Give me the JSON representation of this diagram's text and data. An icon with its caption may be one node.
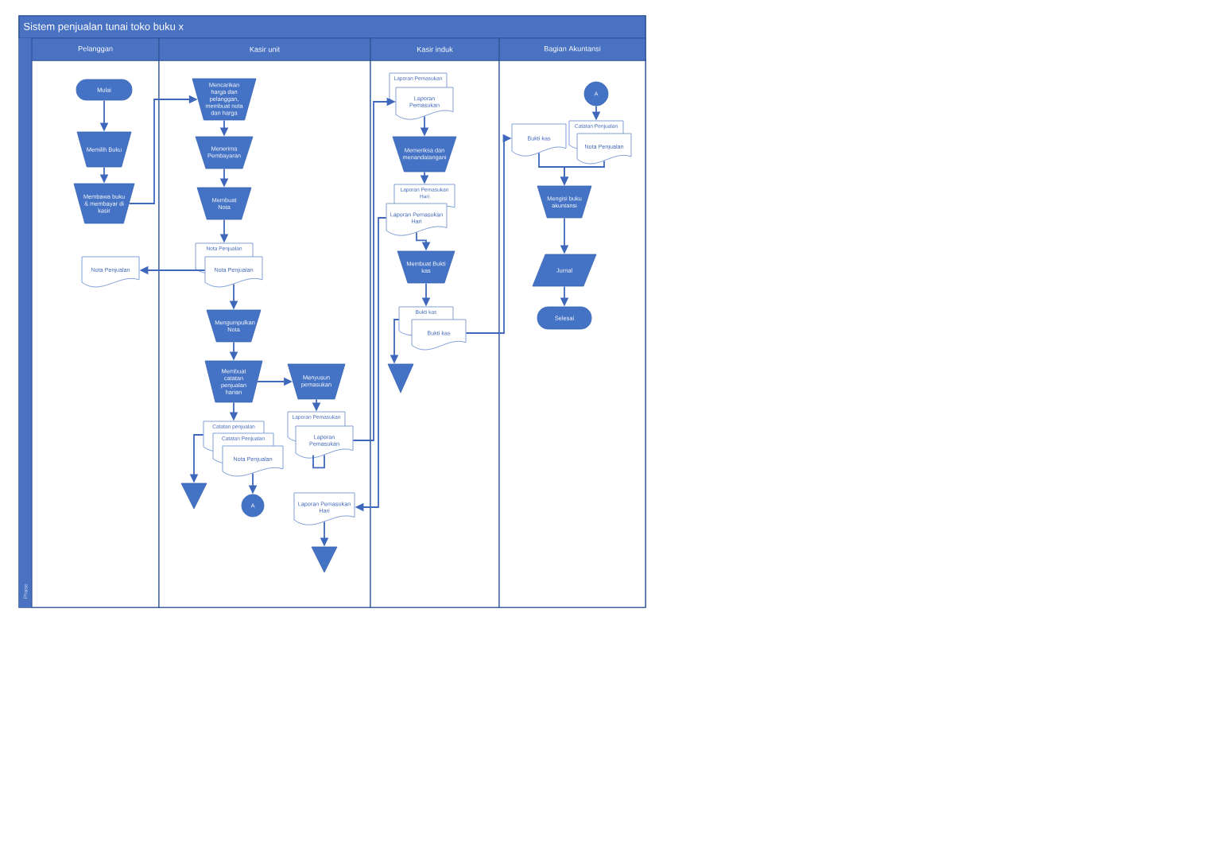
{
  "diagram": {
    "title": "Sistem penjualan tunai toko buku x",
    "nodes": [
      {
        "text": [
          "Pelanggan"
        ]
      },
      {
        "text": [
          "Kasir unit"
        ]
      },
      {
        "text": [
          "Kasir induk"
        ]
      },
      {
        "text": [
          "Bagian Akuntansi"
        ]
      },
      {
        "text": [
          "Mulai"
        ],
        "in": 0
      },
      {
        "text": [
          "Memilih Buku"
        ],
        "in": 0
      },
      {
        "text": [
          "Membawa buku & membayar di kasir"
        ],
        "in": 0
      },
      {
        "text": [
          "Nota Penjualan"
        ],
        "in": 0
      },
      {
        "text": [
          "Mencarikan harga dan pelanggan, membuat nota dan harga"
        ],
        "in": 1
      },
      {
        "text": [
          "Menerima Pembayaran"
        ],
        "in": 1
      },
      {
        "text": [
          "Membuat Nota"
        ],
        "in": 1
      },
      {
        "text": [
          "Nota Penjualan"
        ],
        "in": 1
      },
      {
        "text": [
          "Nota Penjualan"
        ],
        "in": 1
      },
      {
        "text": [
          "Mengumpulkan Nota"
        ],
        "in": 1
      },
      {
        "text": [
          "Membuat catatan penjualan harian"
        ],
        "in": 1
      },
      {
        "text": [
          "Menyusun pemasukan"
        ],
        "in": 1
      },
      {
        "text": [
          "Catatan penjualan"
        ],
        "in": 1
      },
      {
        "text": [
          "Catatan Penjualan"
        ],
        "in": 1
      },
      {
        "text": [
          "Nota Penjualan"
        ],
        "in": 1
      },
      {
        "text": [
          "Laporan Pemasukan"
        ],
        "in": 1
      },
      {
        "text": [
          "Laporan Pemasukan"
        ],
        "in": 1
      },
      {
        "text": [],
        "shape": "triangle",
        "in": 1
      },
      {
        "text": [
          "A"
        ],
        "in": 1
      },
      {
        "text": [
          "Laporan Pemasukan Hari"
        ],
        "in": 1
      },
      {
        "text": [],
        "shape": "triangle",
        "in": 1
      },
      {
        "text": [
          "Laporan Pemasukan"
        ],
        "in": 2
      },
      {
        "text": [
          "Laporan Pemasukan"
        ],
        "in": 2
      },
      {
        "text": [
          "Memeriksa dan menandatangani"
        ],
        "in": 2
      },
      {
        "text": [
          "Laporan Pemasukan Hari"
        ],
        "in": 2
      },
      {
        "text": [
          "Laporan Pemasukan Hari"
        ],
        "in": 2
      },
      {
        "text": [
          "Membuat Bukti kas"
        ],
        "in": 2
      },
      {
        "text": [
          "Bukti kas"
        ],
        "in": 2
      },
      {
        "text": [
          "Bukti kas"
        ],
        "in": 2
      },
      {
        "text": [],
        "shape": "triangle",
        "in": 2
      },
      {
        "text": [
          "A"
        ],
        "in": 3
      },
      {
        "text": [
          "Bukti kas"
        ],
        "in": 3
      },
      {
        "text": [
          "Catatan Penjualan"
        ],
        "in": 3
      },
      {
        "text": [
          "Nota Penjualan"
        ],
        "in": 3
      },
      {
        "text": [
          "Mengisi buku akuntansi"
        ],
        "in": 3
      },
      {
        "text": [
          "Jurnal"
        ],
        "in": 3
      },
      {
        "text": [
          "Selesai"
        ],
        "in": 3
      }
    ],
    "edges": [
      {
        "from": 4,
        "to": 5,
        "arrow": "to"
      },
      {
        "from": 5,
        "to": 6,
        "arrow": "to"
      },
      {
        "from": 6,
        "to": 8,
        "arrow": "to"
      },
      {
        "from": 8,
        "to": 9,
        "arrow": "to"
      },
      {
        "from": 9,
        "to": 10,
        "arrow": "to"
      },
      {
        "from": 10,
        "to": 11,
        "arrow": "to"
      },
      {
        "from": 12,
        "to": 7,
        "arrow": "to"
      },
      {
        "from": 12,
        "to": 13,
        "arrow": "to"
      },
      {
        "from": 13,
        "to": 14,
        "arrow": "to"
      },
      {
        "from": 14,
        "to": 15,
        "arrow": "to"
      },
      {
        "from": 14,
        "to": 16,
        "arrow": "to"
      },
      {
        "from": 16,
        "to": 21,
        "arrow": "to"
      },
      {
        "from": 18,
        "to": 22,
        "arrow": "to"
      },
      {
        "from": 15,
        "to": 19,
        "arrow": "to"
      },
      {
        "from": 20,
        "to": 20,
        "arrow": "none"
      },
      {
        "from": 20,
        "to": 26,
        "arrow": "to"
      },
      {
        "from": 23,
        "to": 24,
        "arrow": "to"
      },
      {
        "from": 26,
        "to": 27,
        "arrow": "to"
      },
      {
        "from": 27,
        "to": 28,
        "arrow": "to"
      },
      {
        "from": 29,
        "to": 23,
        "arrow": "to"
      },
      {
        "from": 29,
        "to": 30,
        "arrow": "to"
      },
      {
        "from": 30,
        "to": 31,
        "arrow": "to"
      },
      {
        "from": 31,
        "to": 33,
        "arrow": "to"
      },
      {
        "from": 32,
        "to": 35,
        "arrow": "to"
      },
      {
        "from": 34,
        "to": 36,
        "arrow": "to"
      },
      {
        "from": 35,
        "to": 38,
        "arrow": "to"
      },
      {
        "from": 37,
        "to": 38,
        "arrow": "to"
      },
      {
        "from": 38,
        "to": 39,
        "arrow": "to"
      },
      {
        "from": 39,
        "to": 40,
        "arrow": "to"
      }
    ],
    "labels": [
      "Phase"
    ]
  }
}
